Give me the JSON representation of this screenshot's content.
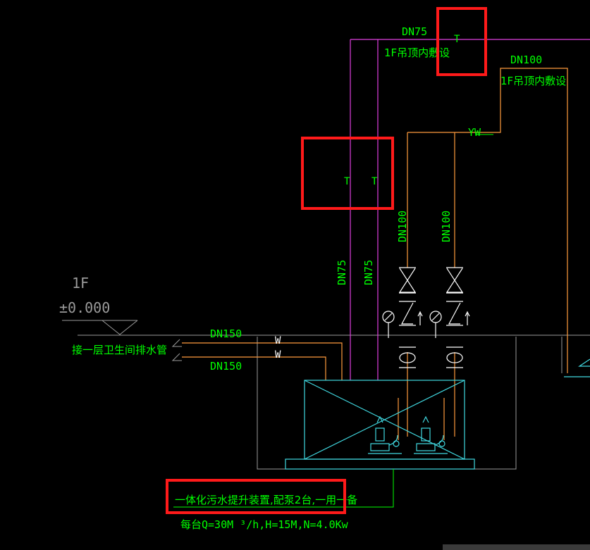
{
  "colors": {
    "background": "#000000",
    "green_text": "#00ff00",
    "white_text": "#ffffff",
    "magenta_pipe": "#e040e0",
    "orange_pipe": "#ff9b3c",
    "cyan_equipment": "#40d8e0",
    "gray_outline": "#9a9a9a",
    "red_highlight": "#ff1a1a"
  },
  "labels": {
    "dn75_top": "DN75",
    "ceiling_1": "1F吊顶内敷设",
    "dn100_top": "DN100",
    "ceiling_2": "1F吊顶内敷设",
    "yw": "YW",
    "riser_a": "DN100",
    "riser_b": "DN100",
    "vert_1": "DN75",
    "vert_2": "DN75",
    "floor": "1F",
    "elevation": "±0.000",
    "dn150_a": "DN150",
    "dn150_b": "DN150",
    "w_a": "W",
    "w_b": "W",
    "inlet_note": "接一层卫生间排水管",
    "t_mark_1": "T",
    "t_mark_2": "T",
    "t_mark_3": "T",
    "device_note": "一体化污水提升装置,配泵2台,一用一备",
    "spec_note": "每台Q=30M  ³/h,H=15M,N=4.0Kw"
  }
}
